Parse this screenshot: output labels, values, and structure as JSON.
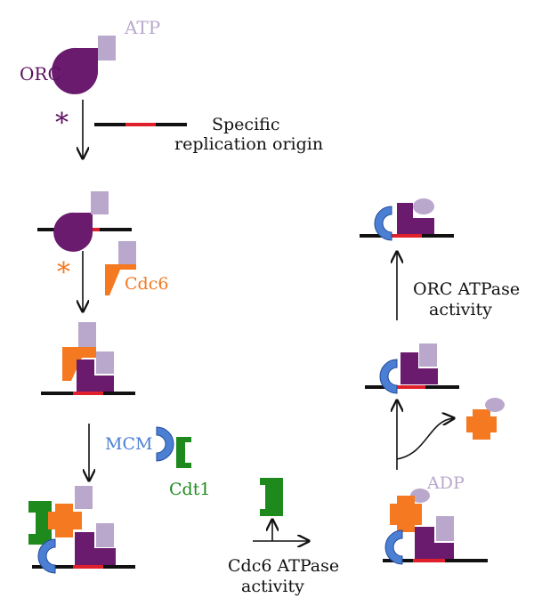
{
  "labels": {
    "atp": "ATP",
    "orc": "ORC",
    "asterisk_1": "*",
    "origin_line1": "Specific",
    "origin_line2": "replication origin",
    "asterisk_2": "*",
    "cdc6": "Cdc6",
    "mcm": "MCM",
    "cdt1": "Cdt1",
    "cdc6_atpase_line1": "Cdc6 ATPase",
    "cdc6_atpase_line2": "activity",
    "adp": "ADP",
    "orc_atpase_line1": "ORC ATPase",
    "orc_atpase_line2": "activity"
  },
  "colors": {
    "orc": "#5c1060",
    "orc_fill": "#6a1b6e",
    "atp": "#b9a8cc",
    "cdc6": "#f47920",
    "mcm": "#4a7fd4",
    "cdt1": "#1e8a1e",
    "origin": "#e0202a",
    "dna": "#111111"
  }
}
